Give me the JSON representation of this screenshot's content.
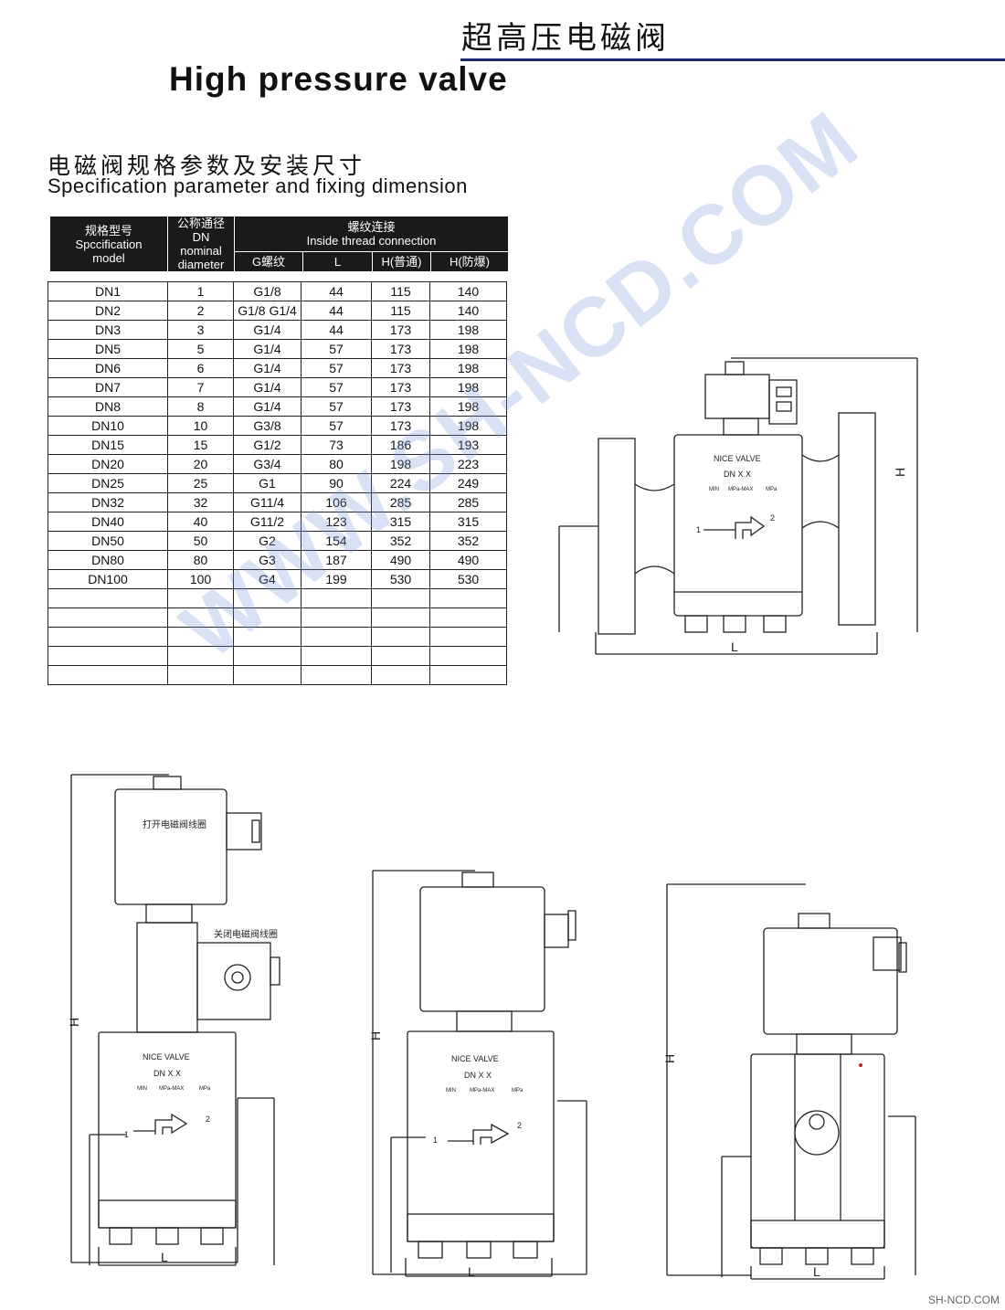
{
  "header": {
    "title_cn": "超高压电磁阀",
    "title_en": "High pressure valve"
  },
  "section": {
    "title_cn": "电磁阀规格参数及安装尺寸",
    "title_en": "Specification parameter and fixing dimension"
  },
  "table": {
    "col_model_cn": "规格型号",
    "col_model_en_1": "Spccification",
    "col_model_en_2": "model",
    "col_dn_cn": "公称通径",
    "col_dn_1": "DN",
    "col_dn_2": "nominal",
    "col_dn_3": "diameter",
    "group_cn": "螺纹连接",
    "group_en": "Inside thread connection",
    "sub_g": "G螺纹",
    "sub_l": "L",
    "sub_h1": "H(普通)",
    "sub_h2": "H(防爆)",
    "rows": [
      [
        "DN1",
        "1",
        "G1/8",
        "44",
        "115",
        "140"
      ],
      [
        "DN2",
        "2",
        "G1/8 G1/4",
        "44",
        "115",
        "140"
      ],
      [
        "DN3",
        "3",
        "G1/4",
        "44",
        "173",
        "198"
      ],
      [
        "DN5",
        "5",
        "G1/4",
        "57",
        "173",
        "198"
      ],
      [
        "DN6",
        "6",
        "G1/4",
        "57",
        "173",
        "198"
      ],
      [
        "DN7",
        "7",
        "G1/4",
        "57",
        "173",
        "198"
      ],
      [
        "DN8",
        "8",
        "G1/4",
        "57",
        "173",
        "198"
      ],
      [
        "DN10",
        "10",
        "G3/8",
        "57",
        "173",
        "198"
      ],
      [
        "DN15",
        "15",
        "G1/2",
        "73",
        "186",
        "193"
      ],
      [
        "DN20",
        "20",
        "G3/4",
        "80",
        "198",
        "223"
      ],
      [
        "DN25",
        "25",
        "G1",
        "90",
        "224",
        "249"
      ],
      [
        "DN32",
        "32",
        "G11/4",
        "106",
        "285",
        "285"
      ],
      [
        "DN40",
        "40",
        "G11/2",
        "123",
        "315",
        "315"
      ],
      [
        "DN50",
        "50",
        "G2",
        "154",
        "352",
        "352"
      ],
      [
        "DN80",
        "80",
        "G3",
        "187",
        "490",
        "490"
      ],
      [
        "DN100",
        "100",
        "G4",
        "199",
        "530",
        "530"
      ]
    ],
    "empty_rows": 5
  },
  "drawings": {
    "nameplate_brand": "NICE VALVE",
    "nameplate_dn": "DN X X",
    "nameplate_min": "MIN",
    "nameplate_max": "MPa-MAX",
    "nameplate_mpa": "MPa",
    "port_in": "1",
    "port_out": "2",
    "dim_h": "H",
    "dim_l": "L",
    "coil_open": "打开电磁阀线圈",
    "coil_close": "关闭电磁阀线圈"
  },
  "watermark": "WWW.SH-NCD.COM",
  "footer": "SH-NCD.COM"
}
